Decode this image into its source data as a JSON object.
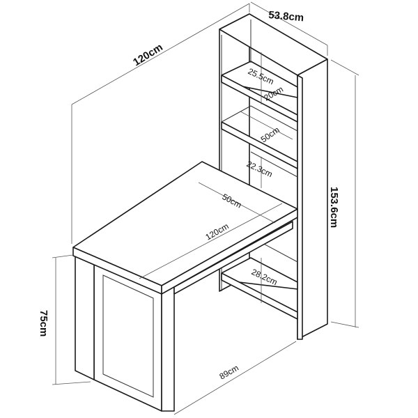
{
  "labels": {
    "top_depth": "53.8cm",
    "total_width": "120cm",
    "shelf1_height": "25.5cm",
    "shelf_depth": "20cm",
    "shelf_width": "50cm",
    "shelf2_height": "22.3cm",
    "total_height": "153.6cm",
    "desk_depth": "50cm",
    "desk_length": "120cm",
    "lower_shelf_height": "28.2cm",
    "desk_height": "75cm",
    "base_length": "89cm"
  }
}
